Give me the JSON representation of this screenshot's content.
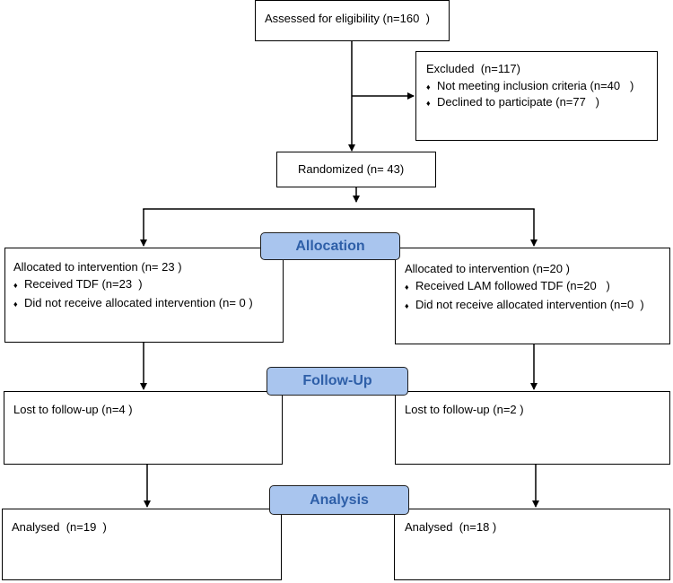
{
  "enrollment": {
    "assessed": "Assessed for eligibility (n=160  )",
    "excluded": {
      "title": "Excluded  (n=117)",
      "items": [
        "Not meeting inclusion criteria (n=40   )",
        "Declined to participate (n=77   )"
      ]
    },
    "randomized": "Randomized (n= 43)"
  },
  "stages": {
    "allocation": "Allocation",
    "follow_up": "Follow-Up",
    "analysis": "Analysis"
  },
  "arms": {
    "left": {
      "allocation": {
        "title": "Allocated to intervention (n= 23 )",
        "items": [
          "Received TDF (n=23  )",
          "Did not receive allocated intervention (n= 0 )"
        ]
      },
      "follow_up": "Lost to follow-up (n=4 )",
      "analysis": "Analysed  (n=19  )"
    },
    "right": {
      "allocation": {
        "title": "Allocated to intervention (n=20 )",
        "items": [
          "Received LAM followed TDF (n=20   )",
          "Did not receive allocated intervention (n=0  )"
        ]
      },
      "follow_up": "Lost to follow-up (n=2 )",
      "analysis": "Analysed  (n=18 )"
    }
  }
}
